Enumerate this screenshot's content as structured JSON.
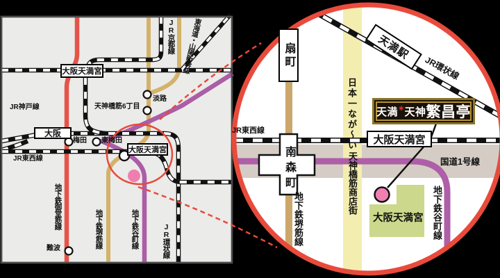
{
  "colors": {
    "page_bg": "#000000",
    "map_bg": "#ebebe9",
    "jr_black": "#111111",
    "red_line": "#e5544a",
    "accent_red": "#e8493c",
    "tan_line": "#d3b26b",
    "purple_line": "#aa5ea6",
    "yellow_band": "#f3eeb0",
    "road_band": "#d5cdc5",
    "green_area": "#ccd88b",
    "pink_marker": "#f17fb0",
    "banner_gold": "#b69335",
    "banner_bg": "#1a120a"
  },
  "overview": {
    "stations": {
      "osaka_temmangu_north": "大阪天満宮",
      "osaka": "大阪",
      "umeda": "梅田",
      "higashi_umeda": "東梅田",
      "awaji": "淡路",
      "tenjimbashisuji_6chome": "天神橋筋6丁目",
      "osaka_temmangu": "大阪天満宮",
      "namba": "難波"
    },
    "lines": {
      "jr_kyoto": "JR京都線",
      "shinkansen": "東海道・山陽新幹線",
      "jr_kobe": "JR神戸線",
      "jr_tozai": "JR東西線",
      "subway_midosuji": "地下鉄御堂筋線",
      "subway_sakaisuji": "地下鉄堺筋線",
      "subway_tanimachi": "地下鉄谷町線",
      "jr_loop": "JR環状線"
    }
  },
  "detail": {
    "stations": {
      "ogimachi": "扇町",
      "temma": "天満駅",
      "osaka_temmangu": "大阪天満宮",
      "minami_morimachi": "南森町"
    },
    "lines": {
      "jr_loop": "JR環状線",
      "jr_tozai": "JR東西線",
      "subway_sakaisuji": "地下鉄堺筋線",
      "subway_tanimachi": "地下鉄谷町線"
    },
    "places": {
      "shotengai_prefix": "日本一なが〜い",
      "shotengai": "天神橋筋商店街",
      "route1": "国道1号線",
      "shrine": "大阪天満宮"
    },
    "banner": {
      "left": "天満",
      "mark": "✱",
      "right": "天神",
      "main": "繁昌亭"
    }
  }
}
